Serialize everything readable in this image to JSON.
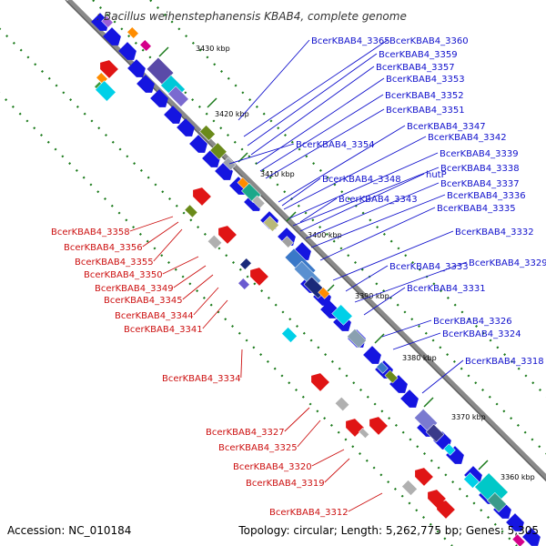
{
  "title_prefix": ":",
  "title": "Bacillus weihenstephanensis KBAB4, complete genome",
  "footer": {
    "accession": "Accession: NC_010184",
    "topology": "Topology: circular; Length: 5,262,775 bp; Genes: 5,305"
  },
  "colors": {
    "forward_label": "#1010cc",
    "reverse_label": "#cc1010",
    "axis": "#8a8a8a",
    "tick": "#1a7a1a",
    "cds_forward": "#1515e0",
    "cds_reverse": "#e01515"
  },
  "kbp_ticks": [
    {
      "label": "3430 kbp"
    },
    {
      "label": "3420 kbp"
    },
    {
      "label": "3410 kbp"
    },
    {
      "label": "3400 kbp"
    },
    {
      "label": "3390 kbp"
    },
    {
      "label": "3380 kbp"
    },
    {
      "label": "3370 kbp"
    },
    {
      "label": "3360 kbp"
    }
  ],
  "forward_labels": [
    {
      "text": "BcerKBAB4_3365"
    },
    {
      "text": "BcerKBAB4_3360"
    },
    {
      "text": "BcerKBAB4_3359"
    },
    {
      "text": "BcerKBAB4_3357"
    },
    {
      "text": "BcerKBAB4_3353"
    },
    {
      "text": "BcerKBAB4_3352"
    },
    {
      "text": "BcerKBAB4_3351"
    },
    {
      "text": "BcerKBAB4_3354"
    },
    {
      "text": "BcerKBAB4_3347"
    },
    {
      "text": "BcerKBAB4_3342"
    },
    {
      "text": "BcerKBAB4_3339"
    },
    {
      "text": "BcerKBAB4_3338"
    },
    {
      "text": "BcerKBAB4_3348"
    },
    {
      "text": "hutP"
    },
    {
      "text": "BcerKBAB4_3337"
    },
    {
      "text": "BcerKBAB4_3336"
    },
    {
      "text": "BcerKBAB4_3343"
    },
    {
      "text": "BcerKBAB4_3335"
    },
    {
      "text": "BcerKBAB4_3332"
    },
    {
      "text": "BcerKBAB4_3333"
    },
    {
      "text": "BcerKBAB4_3329"
    },
    {
      "text": "BcerKBAB4_3331"
    },
    {
      "text": "BcerKBAB4_3326"
    },
    {
      "text": "BcerKBAB4_3324"
    },
    {
      "text": "BcerKBAB4_3318"
    }
  ],
  "reverse_labels": [
    {
      "text": "BcerKBAB4_3358"
    },
    {
      "text": "BcerKBAB4_3356"
    },
    {
      "text": "BcerKBAB4_3355"
    },
    {
      "text": "BcerKBAB4_3350"
    },
    {
      "text": "BcerKBAB4_3349"
    },
    {
      "text": "BcerKBAB4_3345"
    },
    {
      "text": "BcerKBAB4_3344"
    },
    {
      "text": "BcerKBAB4_3341"
    },
    {
      "text": "BcerKBAB4_3334"
    },
    {
      "text": "BcerKBAB4_3327"
    },
    {
      "text": "BcerKBAB4_3325"
    },
    {
      "text": "BcerKBAB4_3320"
    },
    {
      "text": "BcerKBAB4_3319"
    },
    {
      "text": "BcerKBAB4_3312"
    }
  ]
}
